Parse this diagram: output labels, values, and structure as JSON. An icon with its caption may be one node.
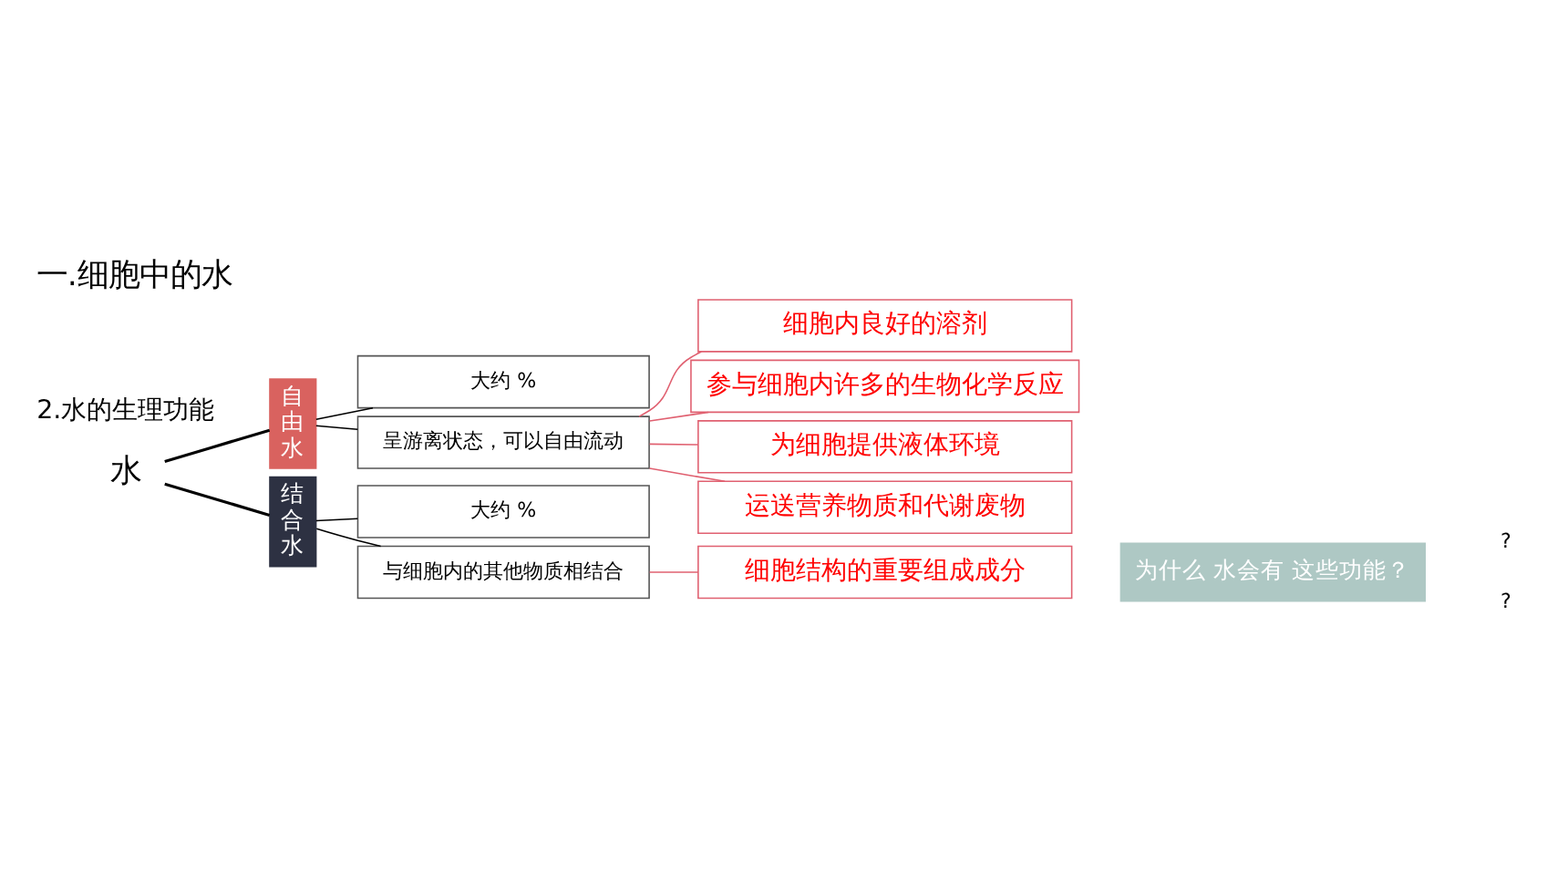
{
  "diagram": {
    "title": "一.细胞中的水",
    "nodes": [
      {
        "text": [
          "水"
        ]
      },
      {
        "text": [
          "自由水"
        ]
      },
      {
        "text": [
          "大约 %"
        ]
      },
      {
        "text": [
          "呈游离状态，可以自由流动"
        ]
      },
      {
        "text": [
          "细胞内良好的溶剂"
        ]
      },
      {
        "text": [
          "参与细胞内许多的生物化学反应"
        ]
      },
      {
        "text": [
          "为细胞提供液体环境"
        ]
      },
      {
        "text": [
          "运送营养物质和代谢废物"
        ]
      },
      {
        "text": [
          "结合水"
        ]
      },
      {
        "text": [
          "大约 %"
        ]
      },
      {
        "text": [
          "与细胞内的其他物质相结合"
        ]
      },
      {
        "text": [
          "细胞结构的重要组成成分"
        ]
      },
      {
        "text": [
          "为什么 水会有 这些功能？"
        ]
      }
    ],
    "edges": [
      {
        "from": 0,
        "to": 1,
        "arrow": "none"
      },
      {
        "from": 0,
        "to": 8,
        "arrow": "none"
      },
      {
        "from": 1,
        "to": 2,
        "arrow": "none"
      },
      {
        "from": 1,
        "to": 3,
        "arrow": "none"
      },
      {
        "from": 3,
        "to": 4,
        "arrow": "none",
        "color": "#e06070"
      },
      {
        "from": 3,
        "to": 5,
        "arrow": "none",
        "color": "#e06070"
      },
      {
        "from": 3,
        "to": 6,
        "arrow": "none",
        "color": "#e06070"
      },
      {
        "from": 3,
        "to": 7,
        "arrow": "none",
        "color": "#e06070"
      },
      {
        "from": 8,
        "to": 9,
        "arrow": "none"
      },
      {
        "from": 8,
        "to": 10,
        "arrow": "none"
      },
      {
        "from": 10,
        "to": 11,
        "arrow": "none",
        "color": "#e06070"
      }
    ],
    "labels": [
      "2.水的生理功能",
      "?",
      "?"
    ]
  }
}
